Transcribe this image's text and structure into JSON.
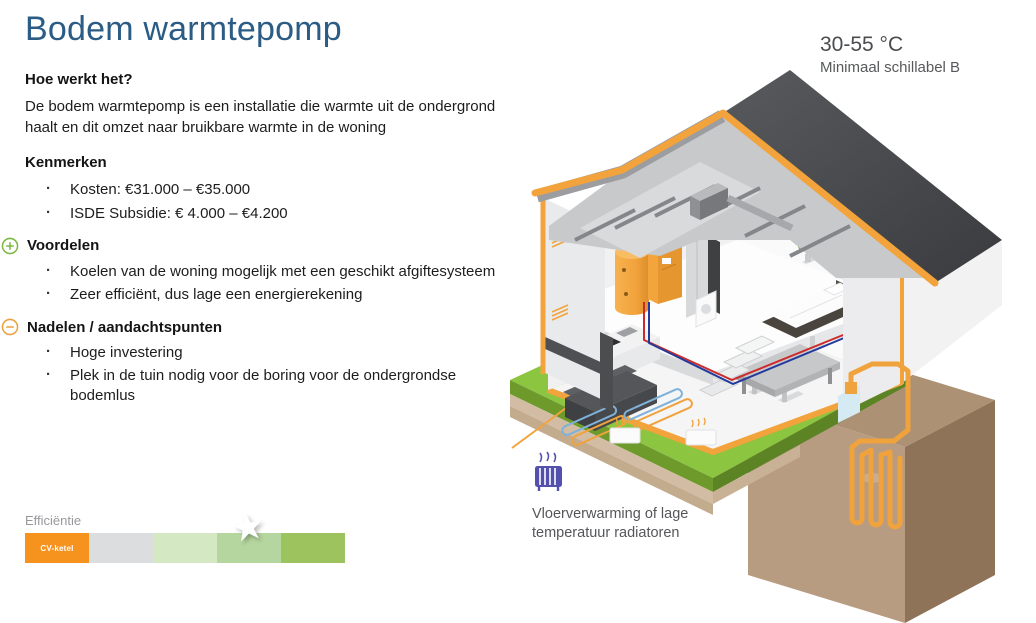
{
  "page": {
    "title": "Bodem warmtepomp"
  },
  "colors": {
    "title_blue": "#2b5c85",
    "accent_orange": "#f2a33c",
    "accent_green": "#7db843",
    "pipe_red": "#cc2b2b",
    "pipe_blue": "#223a9b",
    "grass_green": "#8cc53f",
    "soil_brown": "#ab8e72",
    "radiator_purple": "#5450ae"
  },
  "how": {
    "heading": "Hoe werkt het?",
    "body": "De bodem warmtepomp is een installatie die warmte uit de ondergrond haalt en dit omzet naar bruikbare warmte in de woning"
  },
  "kenmerken": {
    "heading": "Kenmerken",
    "items": [
      "Kosten: €31.000 – €35.000",
      "ISDE Subsidie: € 4.000 – €4.200"
    ]
  },
  "voordelen": {
    "heading": "Voordelen",
    "items": [
      "Koelen van de woning mogelijk met een geschikt afgiftesysteem",
      "Zeer efficiënt, dus lage een energierekening"
    ]
  },
  "nadelen": {
    "heading": "Nadelen / aandachtspunten",
    "items": [
      "Hoge investering",
      "Plek in de tuin nodig voor de boring voor de ondergrondse bodemlus"
    ]
  },
  "efficiency": {
    "label": "Efficiëntie",
    "baseline_label": "CV-ketel",
    "segment_colors": [
      "#f6921e",
      "#dcddde",
      "#d5e8c4",
      "#b5d69e",
      "#9dc35e"
    ],
    "star_segment": 5,
    "star_glyph": "★"
  },
  "diagram": {
    "temperature": "30-55 °C",
    "shell_label": "Minimaal schillabel B",
    "caption": "Vloerverwarming of lage temperatuur radiatoren"
  }
}
